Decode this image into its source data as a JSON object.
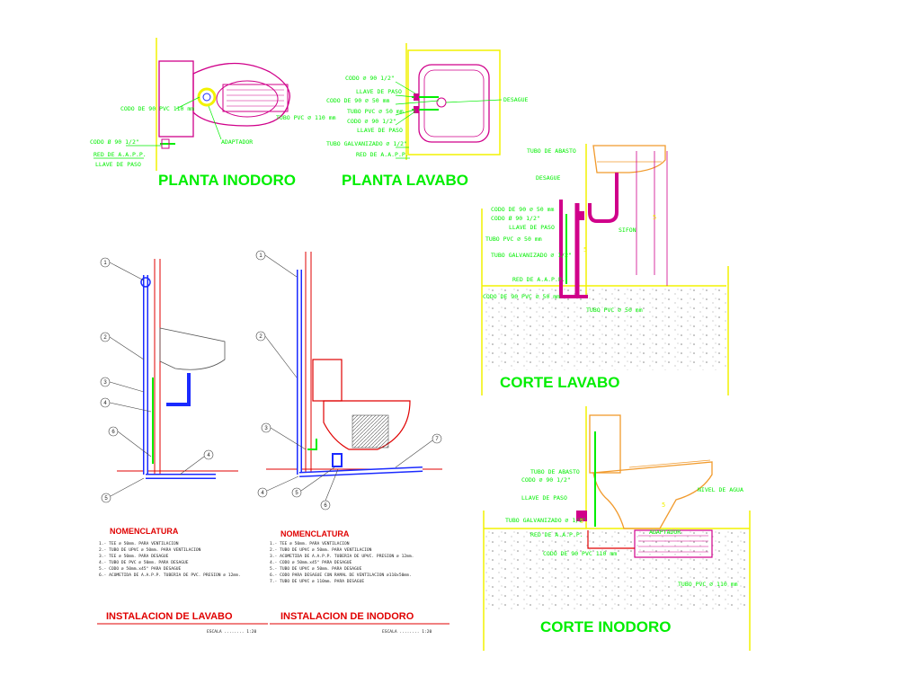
{
  "titles": {
    "planta_inodoro": "PLANTA INODORO",
    "planta_lavabo": "PLANTA LAVABO",
    "corte_lavabo": "CORTE LAVABO",
    "corte_inodoro": "CORTE INODORO",
    "instalacion_lavabo": "INSTALACION DE LAVABO",
    "instalacion_inodoro": "INSTALACION DE INODORO"
  },
  "colors": {
    "green": "#00ee00",
    "magenta": "#d0008a",
    "yellow": "#f2f200",
    "orange": "#f19a2c",
    "blue": "#1a2aff",
    "red": "#e00000"
  },
  "planta_inodoro_labels": {
    "codo_90_pvc": "CODO DE 90 PVC 110 mm",
    "adaptador": "ADAPTADOR",
    "tubo_pvc": "TUBO PVC ∅ 110 mm",
    "codo_half": "CODO Ø 90 1/2\"",
    "red_aapp": "RED DE A.A.P.P.",
    "llave_paso": "LLAVE DE PASO"
  },
  "planta_lavabo_labels": {
    "codo_90_half": "CODO ∅ 90 1/2\"",
    "llave_paso_1": "LLAVE DE PASO",
    "codo_90_50": "CODO DE 90 ∅ 50 mm",
    "tubo_pvc_50": "TUBO PVC ∅ 50 mm",
    "codo_90_half_2": "CODO ∅ 90 1/2\"",
    "llave_paso_2": "LLAVE DE PASO",
    "tubo_galv": "TUBO GALVANIZADO ∅ 1/2\"",
    "red_aapp": "RED DE A.A.P.P.",
    "desague": "DESAGUE"
  },
  "corte_lavabo_labels": {
    "tubo_abasto": "TUBO DE ABASTO",
    "desague": "DESAGUE",
    "codo_90_50": "CODO DE 90 ∅ 50 mm",
    "codo_90_half": "CODO Ø 90 1/2\"",
    "llave_paso": "LLAVE DE PASO",
    "tubo_pvc_50": "TUBO PVC ∅ 50 mm",
    "sifon": "SIFON",
    "tubo_galv": "TUBO GALVANIZADO ∅ 1/2\"",
    "red_aapp": "RED DE A.A.P.P.",
    "codo_pvc_50": "CODO DE 90 PVC ∅ 50 mm",
    "tubo_pvc_50b": "TUBO PVC ∅ 50 mm"
  },
  "corte_inodoro_labels": {
    "tubo_abasto": "TUBO DE ABASTO",
    "codo_half": "CODO ∅ 90 1/2\"",
    "llave_paso": "LLAVE DE PASO",
    "nivel_agua": "NIVEL DE AGUA",
    "tubo_galv": "TUBO GALVANIZADO ∅ 1/2\"",
    "adaptador": "ADAPTADOR",
    "red_aapp": "RED DE A.A.P.P.",
    "codo_pvc_110": "CODO DE 90 PVC 110 mm",
    "tubo_pvc_110": "TUBO PVC ∅ 110 mm"
  },
  "nomenclatura_lavabo": {
    "heading": "NOMENCLATURA",
    "items": [
      "1.- TEE ∅ 50mm. PARA VENTILACION",
      "2.- TUBO DE UPVC ∅ 50mm. PARA VENTILACION",
      "3.- TEE ∅ 50mm. PARA DESAGUE",
      "4.- TUBO DE PVC ∅ 50mm. PARA DESAGUE",
      "5.- CODO ∅ 50mm.x45° PARA DESAGUE",
      "6.- ACOMETIDA DE A.A.P.P. TUBERIA DE PVC. PRESION ∅ 12mm."
    ],
    "escala": "ESCALA ........ 1:20"
  },
  "nomenclatura_inodoro": {
    "heading": "NOMENCLATURA",
    "items": [
      "1.- TEE ∅ 50mm. PARA VENTILACION",
      "2.- TUBO DE UPVC ∅ 50mm. PARA VENTILACION",
      "3.- ACOMETIDA DE A.A.P.P. TUBERIA DE UPVC. PRESION ∅ 12mm.",
      "4.- CODO ∅ 50mm.x45° PARA DESAGUE",
      "5.- TUBO DE UPVC ∅ 50mm. PARA DESAGUE",
      "6.- CODO PARA DESAGUE CON RAMAL DE VENTILACION ∅110x50mm.",
      "7.- TUBO DE UPVC ∅ 110mm. PARA DESAGUE"
    ],
    "escala": "ESCALA ........ 1:20"
  },
  "callouts_lavabo": [
    "1",
    "2",
    "3",
    "4",
    "6",
    "5",
    "4"
  ],
  "callouts_inodoro": [
    "1",
    "2",
    "3",
    "4",
    "5",
    "6",
    "7"
  ],
  "dimension_marks": [
    "5",
    "5",
    "5",
    "5"
  ]
}
